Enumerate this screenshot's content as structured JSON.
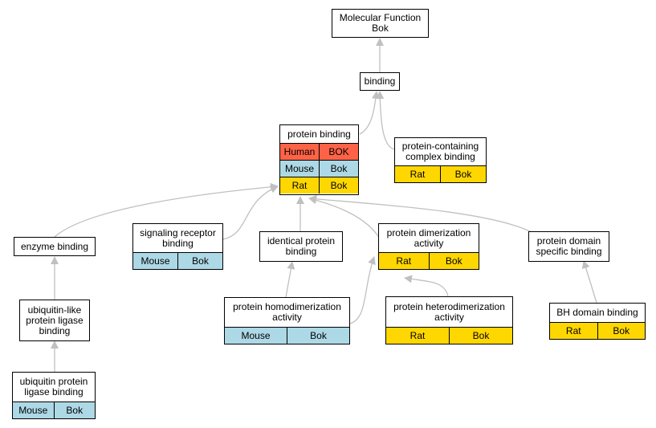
{
  "nodes": {
    "molecular_function": {
      "title": [
        "Molecular Function",
        "Bok"
      ]
    },
    "binding": {
      "title": [
        "binding"
      ]
    },
    "protein_binding": {
      "title": [
        "protein binding"
      ],
      "rows": [
        [
          "Human",
          "BOK"
        ],
        [
          "Mouse",
          "Bok"
        ],
        [
          "Rat",
          "Bok"
        ]
      ]
    },
    "protein_containing_complex_binding": {
      "title": [
        "protein-containing",
        "complex binding"
      ],
      "rows": [
        [
          "Rat",
          "Bok"
        ]
      ]
    },
    "enzyme_binding": {
      "title": [
        "enzyme binding"
      ]
    },
    "signaling_receptor_binding": {
      "title": [
        "signaling receptor",
        "binding"
      ],
      "rows": [
        [
          "Mouse",
          "Bok"
        ]
      ]
    },
    "identical_protein_binding": {
      "title": [
        "identical protein",
        "binding"
      ]
    },
    "protein_dimerization_activity": {
      "title": [
        "protein dimerization",
        "activity"
      ],
      "rows": [
        [
          "Rat",
          "Bok"
        ]
      ]
    },
    "protein_domain_specific_binding": {
      "title": [
        "protein domain",
        "specific binding"
      ]
    },
    "ubiquitin_like_protein_ligase_binding": {
      "title": [
        "ubiquitin-like",
        "protein ligase",
        "binding"
      ]
    },
    "protein_homodimerization_activity": {
      "title": [
        "protein homodimerization",
        "activity"
      ],
      "rows": [
        [
          "Mouse",
          "Bok"
        ]
      ]
    },
    "protein_heterodimerization_activity": {
      "title": [
        "protein heterodimerization",
        "activity"
      ],
      "rows": [
        [
          "Rat",
          "Bok"
        ]
      ]
    },
    "bh_domain_binding": {
      "title": [
        "BH domain binding"
      ],
      "rows": [
        [
          "Rat",
          "Bok"
        ]
      ]
    },
    "ubiquitin_protein_ligase_binding": {
      "title": [
        "ubiquitin protein",
        "ligase binding"
      ],
      "rows": [
        [
          "Mouse",
          "Bok"
        ]
      ]
    }
  },
  "edges": [
    [
      "binding",
      "molecular_function"
    ],
    [
      "protein_binding",
      "binding"
    ],
    [
      "protein_containing_complex_binding",
      "binding"
    ],
    [
      "enzyme_binding",
      "protein_binding"
    ],
    [
      "signaling_receptor_binding",
      "protein_binding"
    ],
    [
      "identical_protein_binding",
      "protein_binding"
    ],
    [
      "protein_dimerization_activity",
      "protein_binding"
    ],
    [
      "protein_domain_specific_binding",
      "protein_binding"
    ],
    [
      "ubiquitin_like_protein_ligase_binding",
      "enzyme_binding"
    ],
    [
      "ubiquitin_protein_ligase_binding",
      "ubiquitin_like_protein_ligase_binding"
    ],
    [
      "protein_homodimerization_activity",
      "identical_protein_binding"
    ],
    [
      "protein_homodimerization_activity",
      "protein_dimerization_activity"
    ],
    [
      "protein_heterodimerization_activity",
      "protein_dimerization_activity"
    ],
    [
      "bh_domain_binding",
      "protein_domain_specific_binding"
    ]
  ],
  "colors": {
    "Human": "#ff6347",
    "Mouse": "#add8e6",
    "Rat": "#ffd700",
    "edge": "#c0c0c0"
  }
}
